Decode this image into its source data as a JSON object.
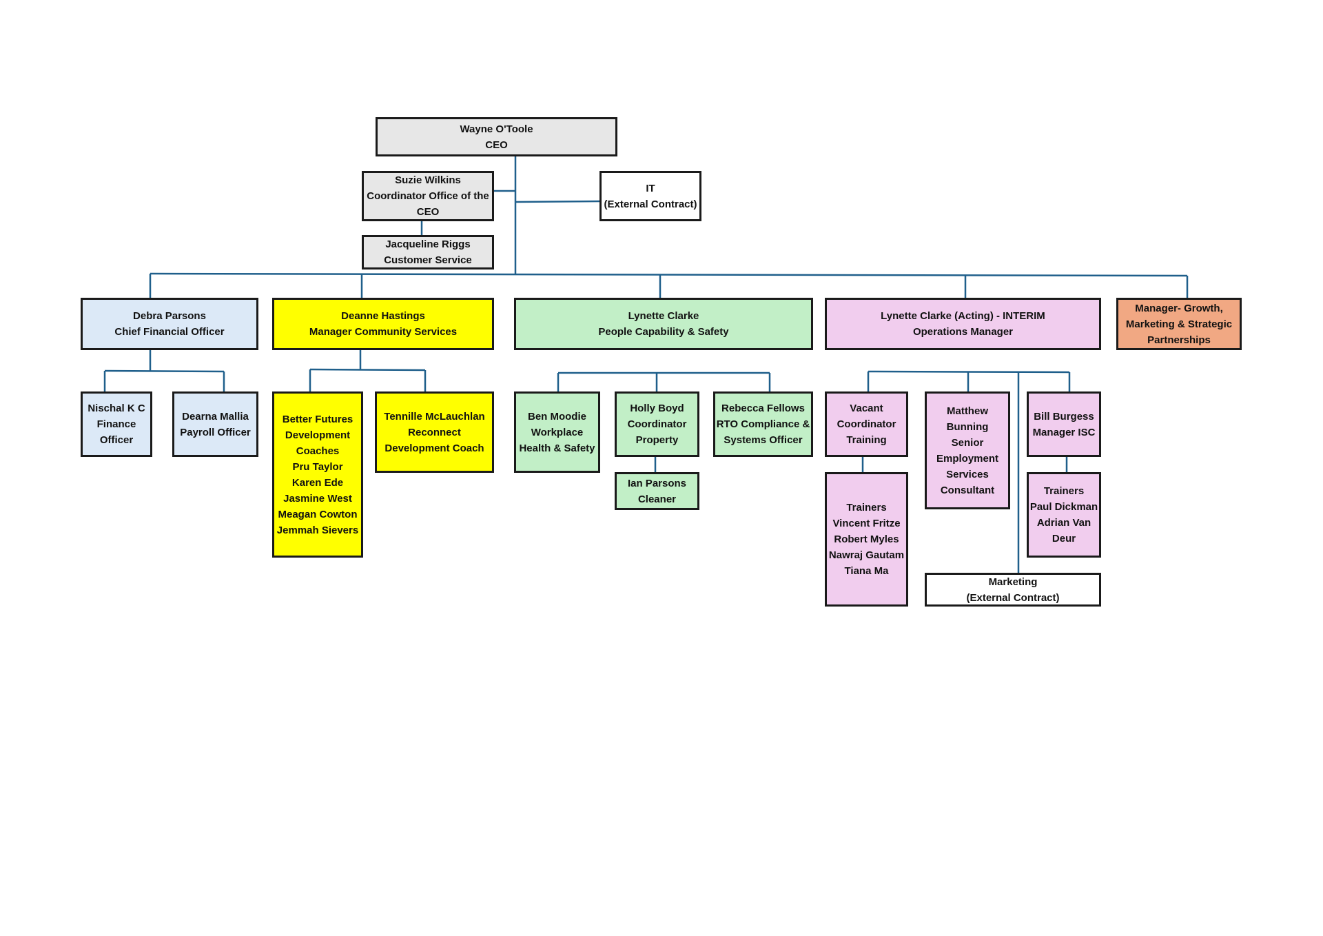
{
  "colors": {
    "connector": "#1f5f8b",
    "executive": "#e7e7e7",
    "external": "#ffffff",
    "finance": "#dce9f7",
    "community_services": "#ffff00",
    "people_capability": "#c2efc7",
    "operations": "#f1cdee",
    "growth_marketing": "#f1a883"
  },
  "nodes": {
    "ceo": {
      "lines": [
        "Wayne O'Toole",
        "CEO"
      ]
    },
    "coordinator_ceo": {
      "lines": [
        "Suzie Wilkins",
        "Coordinator Office of the",
        "CEO"
      ]
    },
    "it": {
      "lines": [
        "IT",
        "(External Contract)"
      ]
    },
    "customer_service": {
      "lines": [
        "Jacqueline Riggs",
        "Customer Service"
      ]
    },
    "cfo": {
      "lines": [
        "Debra Parsons",
        "Chief Financial Officer"
      ]
    },
    "community_manager": {
      "lines": [
        "Deanne Hastings",
        "Manager Community Services"
      ]
    },
    "people_capability": {
      "lines": [
        "Lynette Clarke",
        "People Capability & Safety"
      ]
    },
    "operations_manager": {
      "lines": [
        "Lynette Clarke (Acting) - INTERIM",
        "Operations Manager"
      ]
    },
    "growth_manager": {
      "lines": [
        "Manager- Growth,",
        "Marketing & Strategic",
        "Partnerships"
      ]
    },
    "finance_officer": {
      "lines": [
        "Nischal K C",
        "Finance",
        "Officer"
      ]
    },
    "payroll_officer": {
      "lines": [
        "Dearna Mallia",
        "Payroll Officer"
      ]
    },
    "better_futures": {
      "lines": [
        "Better Futures",
        "Development",
        "Coaches",
        "Pru Taylor",
        "Karen Ede",
        "Jasmine West",
        "Meagan Cowton",
        "Jemmah Sievers"
      ]
    },
    "reconnect_coach": {
      "lines": [
        "Tennille McLauchlan",
        "Reconnect",
        "Development Coach"
      ]
    },
    "whs": {
      "lines": [
        "Ben Moodie",
        "Workplace",
        "Health & Safety"
      ]
    },
    "property": {
      "lines": [
        "Holly Boyd",
        "Coordinator",
        "Property"
      ]
    },
    "cleaner": {
      "lines": [
        "Ian Parsons",
        "Cleaner"
      ]
    },
    "rto_compliance": {
      "lines": [
        "Rebecca Fellows",
        "RTO Compliance &",
        "Systems Officer"
      ]
    },
    "training_coordinator": {
      "lines": [
        "Vacant",
        "Coordinator",
        "Training"
      ]
    },
    "trainers_a": {
      "lines": [
        "Trainers",
        "Vincent Fritze",
        "Robert Myles",
        "Nawraj Gautam",
        "Tiana Ma"
      ]
    },
    "employment_consultant": {
      "lines": [
        "Matthew",
        "Bunning",
        "Senior",
        "Employment",
        "Services",
        "Consultant"
      ]
    },
    "isc_manager": {
      "lines": [
        "Bill Burgess",
        "Manager ISC"
      ]
    },
    "trainers_b": {
      "lines": [
        "Trainers",
        "Paul Dickman",
        "Adrian Van",
        "Deur"
      ]
    },
    "marketing": {
      "lines": [
        "Marketing",
        "(External Contract)"
      ]
    }
  }
}
